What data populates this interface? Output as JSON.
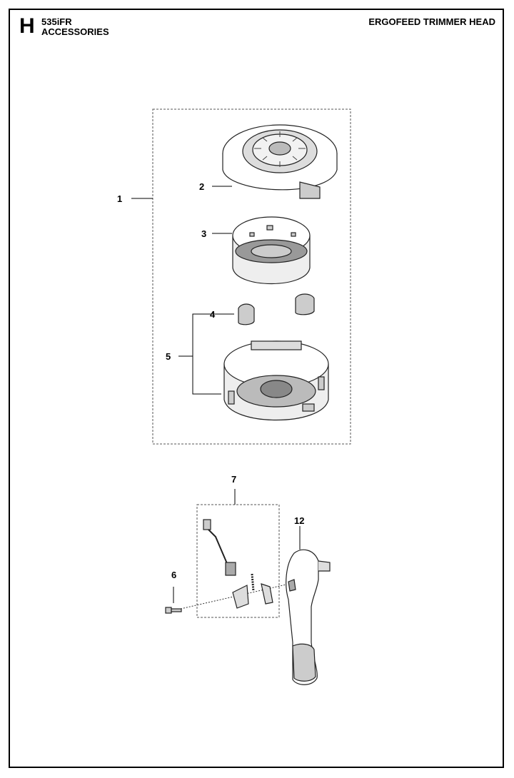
{
  "header": {
    "section_letter": "H",
    "model": "535iFR",
    "category": "ACCESSORIES",
    "title": "ERGOFEED TRIMMER HEAD"
  },
  "callouts": {
    "c1": "1",
    "c2": "2",
    "c3": "3",
    "c4": "4",
    "c5": "5",
    "c6": "6",
    "c7": "7",
    "c12": "12"
  }
}
